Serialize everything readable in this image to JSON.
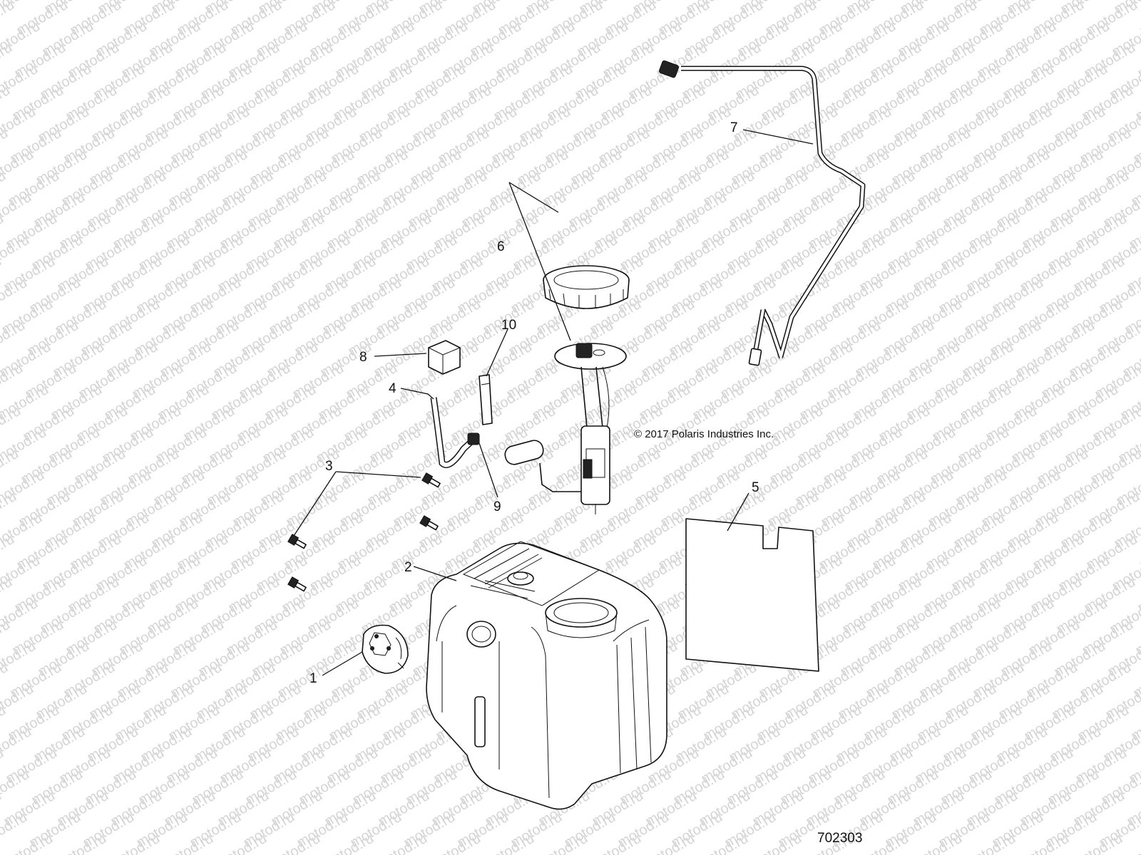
{
  "watermark": "motod.ru",
  "copyright": "© 2017 Polaris Industries Inc.",
  "figure_number": "702303",
  "callouts": {
    "c1": "1",
    "c2": "2",
    "c3": "3",
    "c4": "4",
    "c5": "5",
    "c6": "6",
    "c7": "7",
    "c8": "8",
    "c9": "9",
    "c10": "10"
  }
}
